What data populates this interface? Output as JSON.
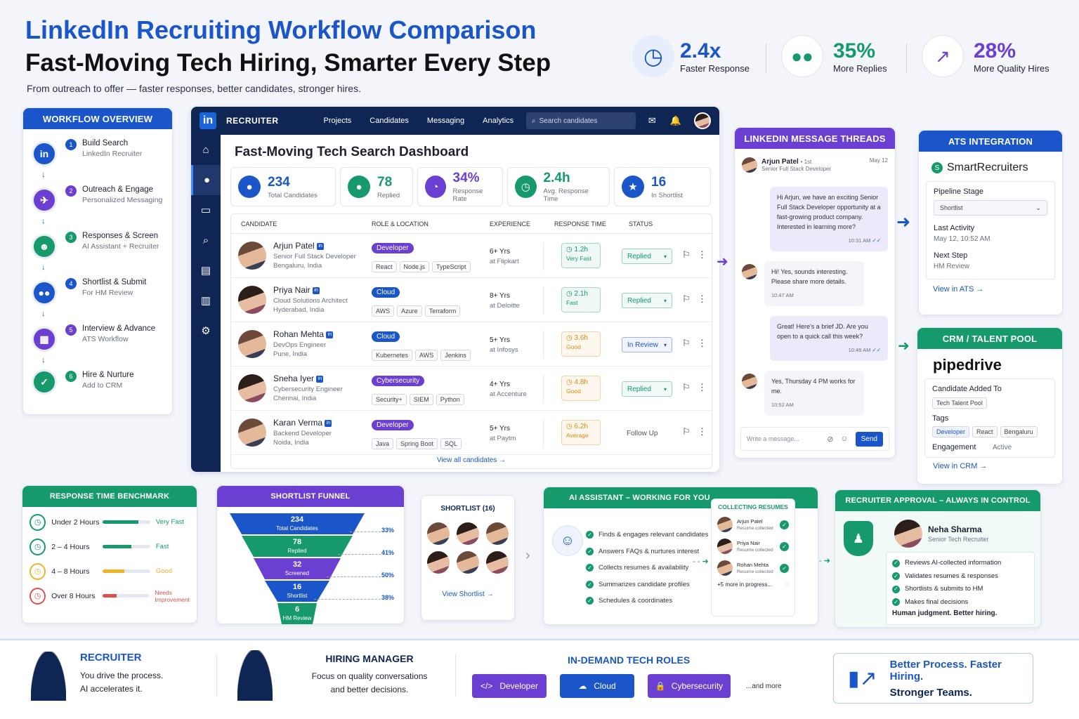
{
  "header": {
    "title": "LinkedIn Recruiting Workflow Comparison",
    "subtitle": "Fast-Moving Tech Hiring, Smarter Every Step",
    "tagline": "From outreach to offer — faster responses, better candidates, stronger hires."
  },
  "stats": [
    {
      "value": "2.4x",
      "label": "Faster Response"
    },
    {
      "value": "35%",
      "label": "More Replies"
    },
    {
      "value": "28%",
      "label": "More Quality Hires"
    }
  ],
  "workflow": {
    "title": "WORKFLOW OVERVIEW",
    "steps": [
      {
        "n": "1",
        "title": "Build Search",
        "sub": "LinkedIn Recruiter"
      },
      {
        "n": "2",
        "title": "Outreach & Engage",
        "sub": "Personalized Messaging"
      },
      {
        "n": "3",
        "title": "Responses & Screen",
        "sub": "AI Assistant + Recruiter"
      },
      {
        "n": "4",
        "title": "Shortlist & Submit",
        "sub": "For HM Review"
      },
      {
        "n": "5",
        "title": "Interview & Advance",
        "sub": "ATS Workflow"
      },
      {
        "n": "6",
        "title": "Hire & Nurture",
        "sub": "Add to CRM"
      }
    ]
  },
  "recruiter": {
    "brand": "in",
    "product": "RECRUITER",
    "nav": [
      "Projects",
      "Candidates",
      "Messaging",
      "Analytics"
    ],
    "search_placeholder": "Search candidates",
    "dashboard_title": "Fast-Moving Tech Search Dashboard",
    "kpis": [
      {
        "value": "234",
        "label": "Total Candidates"
      },
      {
        "value": "78",
        "label": "Replied"
      },
      {
        "value": "34%",
        "label": "Response Rate"
      },
      {
        "value": "2.4h",
        "label": "Avg. Response Time"
      },
      {
        "value": "16",
        "label": "In Shortlist"
      }
    ],
    "columns": [
      "CANDIDATE",
      "ROLE & LOCATION",
      "EXPERIENCE",
      "RESPONSE TIME",
      "STATUS"
    ],
    "rows": [
      {
        "name": "Arjun Patel",
        "role": "Senior Full Stack Developer",
        "loc": "Bengaluru, India",
        "cat": "Developer",
        "catColor": "#6b3fd1",
        "tags": [
          "React",
          "Node.js",
          "TypeScript"
        ],
        "exp": "6+ Yrs",
        "company": "at Flipkart",
        "time": "1.2h",
        "speed": "Very Fast",
        "tColor": "#16996b",
        "status": "Replied",
        "sColor": "#16996b"
      },
      {
        "name": "Priya Nair",
        "role": "Cloud Solutions Architect",
        "loc": "Hyderabad, India",
        "cat": "Cloud",
        "catColor": "#1a56c9",
        "tags": [
          "AWS",
          "Azure",
          "Terraform"
        ],
        "exp": "8+ Yrs",
        "company": "at Deloitte",
        "time": "2.1h",
        "speed": "Fast",
        "tColor": "#16996b",
        "status": "Replied",
        "sColor": "#16996b"
      },
      {
        "name": "Rohan Mehta",
        "role": "DevOps Engineer",
        "loc": "Pune, India",
        "cat": "Cloud",
        "catColor": "#1a56c9",
        "tags": [
          "Kubernetes",
          "AWS",
          "Jenkins"
        ],
        "exp": "5+ Yrs",
        "company": "at Infosys",
        "time": "3.6h",
        "speed": "Good",
        "tColor": "#e08a12",
        "status": "In Review",
        "sColor": "#1a56c9"
      },
      {
        "name": "Sneha Iyer",
        "role": "Cybersecurity Engineer",
        "loc": "Chennai, India",
        "cat": "Cybersecurity",
        "catColor": "#6b3fd1",
        "tags": [
          "Security+",
          "SIEM",
          "Python"
        ],
        "exp": "4+ Yrs",
        "company": "at Accenture",
        "time": "4.8h",
        "speed": "Good",
        "tColor": "#e08a12",
        "status": "Replied",
        "sColor": "#16996b"
      },
      {
        "name": "Karan Verma",
        "role": "Backend Developer",
        "loc": "Noida, India",
        "cat": "Developer",
        "catColor": "#6b3fd1",
        "tags": [
          "Java",
          "Spring Boot",
          "SQL"
        ],
        "exp": "5+ Yrs",
        "company": "at Paytm",
        "time": "6.2h",
        "speed": "Average",
        "tColor": "#e08a12",
        "status": "Follow Up",
        "sColor": "#555"
      }
    ],
    "view_all": "View all candidates →"
  },
  "messages": {
    "title": "LINKEDIN MESSAGE THREADS",
    "name": "Arjun Patel",
    "degree": "• 1st",
    "role": "Senior Full Stack Developer",
    "date": "May 12",
    "thread": [
      {
        "from": "me",
        "text": "Hi Arjun, we have an exciting Senior Full Stack Developer opportunity at a fast-growing product company. Interested in learning more?",
        "time": "10:31 AM"
      },
      {
        "from": "them",
        "text": "Hi! Yes, sounds interesting. Please share more details.",
        "time": "10:47 AM"
      },
      {
        "from": "me",
        "text": "Great! Here's a brief JD. Are you open to a quick call this week?",
        "time": "10:49 AM"
      },
      {
        "from": "them",
        "text": "Yes, Thursday 4 PM works for me.",
        "time": "10:52 AM"
      }
    ],
    "input_placeholder": "Write a message...",
    "send": "Send"
  },
  "ats": {
    "title": "ATS INTEGRATION",
    "brand": "SmartRecruiters",
    "stage_label": "Pipeline Stage",
    "stage_value": "Shortlist",
    "activity_label": "Last Activity",
    "activity_value": "May 12, 10:52 AM",
    "next_label": "Next Step",
    "next_value": "HM Review",
    "link": "View in ATS →"
  },
  "crm": {
    "title": "CRM / TALENT POOL",
    "brand": "pipedrive",
    "added_label": "Candidate Added To",
    "added_value": "Tech Talent Pool",
    "tags_label": "Tags",
    "tags": [
      "Developer",
      "React",
      "Bengaluru"
    ],
    "engagement_label": "Engagement",
    "engagement_value": "Active",
    "link": "View in CRM →"
  },
  "benchmark": {
    "title": "RESPONSE TIME BENCHMARK",
    "rows": [
      {
        "label": "Under 2 Hours",
        "rating": "Very Fast",
        "fill": 0.75,
        "color": "#16996b"
      },
      {
        "label": "2 – 4 Hours",
        "rating": "Fast",
        "fill": 0.6,
        "color": "#16996b"
      },
      {
        "label": "4 – 8 Hours",
        "rating": "Good",
        "fill": 0.45,
        "color": "#f0b32a"
      },
      {
        "label": "Over 8 Hours",
        "rating": "Needs Improvement",
        "fill": 0.3,
        "color": "#d9534f"
      }
    ]
  },
  "funnel": {
    "title": "SHORTLIST FUNNEL",
    "stages": [
      {
        "value": "234",
        "label": "Total Candidates",
        "color": "#1a56c9",
        "pct": ""
      },
      {
        "value": "78",
        "label": "Replied",
        "color": "#16996b",
        "pct": "33%"
      },
      {
        "value": "32",
        "label": "Screened",
        "color": "#6b3fd1",
        "pct": "41%"
      },
      {
        "value": "16",
        "label": "Shortlist",
        "color": "#1a56c9",
        "pct": "50%"
      },
      {
        "value": "6",
        "label": "HM Review",
        "color": "#16996b",
        "pct": "38%"
      }
    ]
  },
  "shortlist": {
    "title": "SHORTLIST (16)",
    "link": "View Shortlist →"
  },
  "ai": {
    "title": "AI ASSISTANT – WORKING FOR YOU",
    "tasks": [
      "Finds & engages relevant candidates",
      "Answers FAQs & nurtures interest",
      "Collects resumes & availability",
      "Summarizes candidate profiles",
      "Schedules & coordinates"
    ],
    "collecting_title": "COLLECTING RESUMES",
    "collecting": [
      {
        "name": "Arjun Patel",
        "status": "Resume collected"
      },
      {
        "name": "Priya Nair",
        "status": "Resume collected"
      },
      {
        "name": "Rohan Mehta",
        "status": "Resume collected"
      }
    ],
    "more": "+5 more in progress..."
  },
  "approval": {
    "title": "RECRUITER APPROVAL – ALWAYS IN CONTROL",
    "name": "Neha Sharma",
    "role": "Senior Tech Recruiter",
    "items": [
      "Reviews AI-collected information",
      "Validates resumes & responses",
      "Shortlists & submits to HM",
      "Makes final decisions"
    ],
    "footer": "Human judgment. Better hiring."
  },
  "footer": {
    "recruiter_title": "RECRUITER",
    "recruiter_l1": "You drive the process.",
    "recruiter_l2": "AI accelerates it.",
    "hm_title": "HIRING MANAGER",
    "hm_l1": "Focus on quality conversations",
    "hm_l2": "and better decisions.",
    "roles_title": "IN-DEMAND TECH ROLES",
    "roles": [
      "Developer",
      "Cloud",
      "Cybersecurity"
    ],
    "more": "...and more",
    "slogan1": "Better Process. Faster Hiring.",
    "slogan2": "Stronger Teams."
  }
}
